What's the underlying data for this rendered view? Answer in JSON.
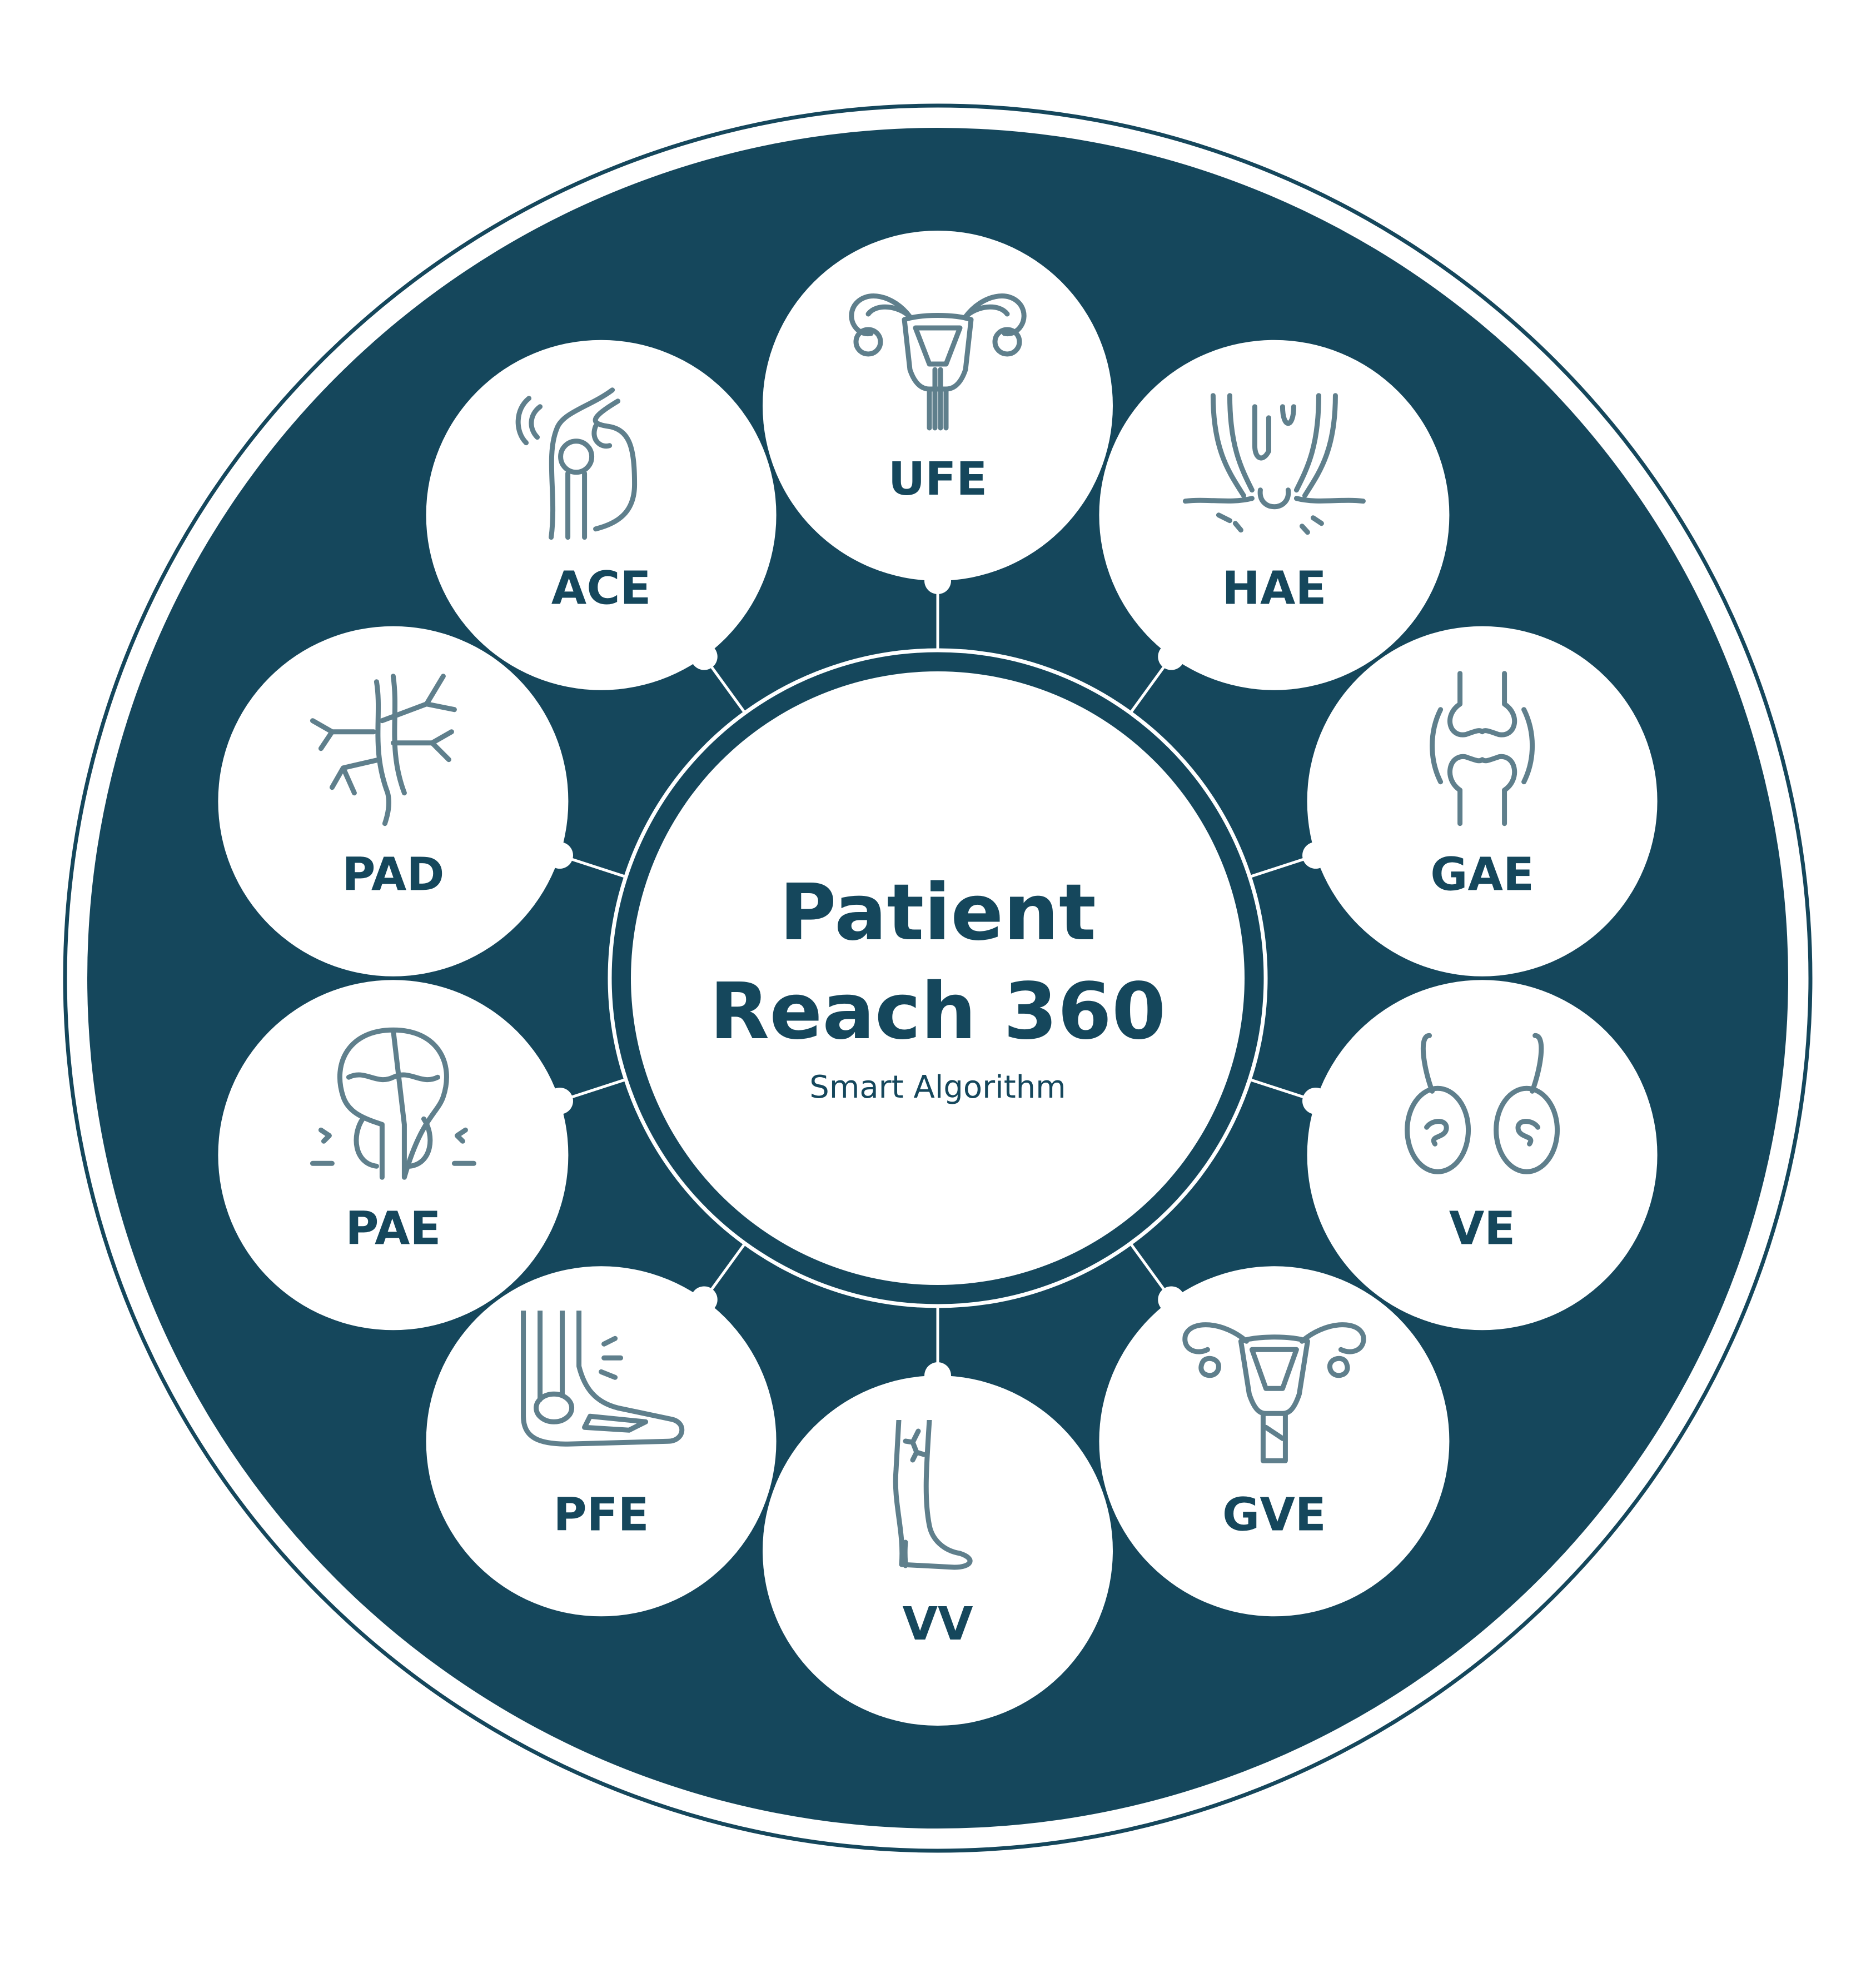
{
  "center": {
    "title_line1": "Patient",
    "title_line2": "Reach 360",
    "subtitle": "Smart Algorithm"
  },
  "nodes": [
    {
      "label": "UFE",
      "icon": "uterus-icon"
    },
    {
      "label": "HAE",
      "icon": "hemorrhoid-icon"
    },
    {
      "label": "GAE",
      "icon": "knee-joint-icon"
    },
    {
      "label": "VE",
      "icon": "testes-icon"
    },
    {
      "label": "GVE",
      "icon": "uterus-ovaries-icon"
    },
    {
      "label": "VV",
      "icon": "varicose-leg-icon"
    },
    {
      "label": "PFE",
      "icon": "foot-icon"
    },
    {
      "label": "PAE",
      "icon": "bladder-prostate-icon"
    },
    {
      "label": "PAD",
      "icon": "artery-branches-icon"
    },
    {
      "label": "ACE",
      "icon": "shoulder-icon"
    }
  ],
  "colors": {
    "background": "#ffffff",
    "ring": "#15475c",
    "node_fill": "#ffffff",
    "icon_stroke": "#5f7f8c",
    "text": "#15475c"
  }
}
